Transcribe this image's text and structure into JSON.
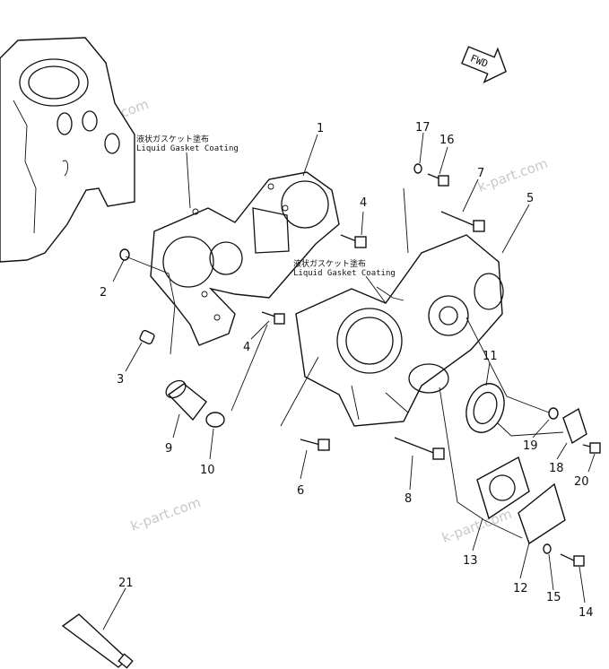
{
  "callouts": [
    {
      "id": "c1",
      "label": "1"
    },
    {
      "id": "c2",
      "label": "2"
    },
    {
      "id": "c3",
      "label": "3"
    },
    {
      "id": "c4a",
      "label": "4"
    },
    {
      "id": "c4b",
      "label": "4"
    },
    {
      "id": "c5",
      "label": "5"
    },
    {
      "id": "c6",
      "label": "6"
    },
    {
      "id": "c7",
      "label": "7"
    },
    {
      "id": "c8",
      "label": "8"
    },
    {
      "id": "c9",
      "label": "9"
    },
    {
      "id": "c10",
      "label": "10"
    },
    {
      "id": "c11",
      "label": "11"
    },
    {
      "id": "c12",
      "label": "12"
    },
    {
      "id": "c13",
      "label": "13"
    },
    {
      "id": "c14",
      "label": "14"
    },
    {
      "id": "c15",
      "label": "15"
    },
    {
      "id": "c16",
      "label": "16"
    },
    {
      "id": "c17",
      "label": "17"
    },
    {
      "id": "c18",
      "label": "18"
    },
    {
      "id": "c19",
      "label": "19"
    },
    {
      "id": "c20",
      "label": "20"
    },
    {
      "id": "c21",
      "label": "21"
    }
  ],
  "notes": {
    "gasket_jp": "液状ガスケット塗布",
    "gasket_en": "Liquid Gasket Coating"
  },
  "fwd_label": "FWD",
  "watermark": "k-part.com"
}
